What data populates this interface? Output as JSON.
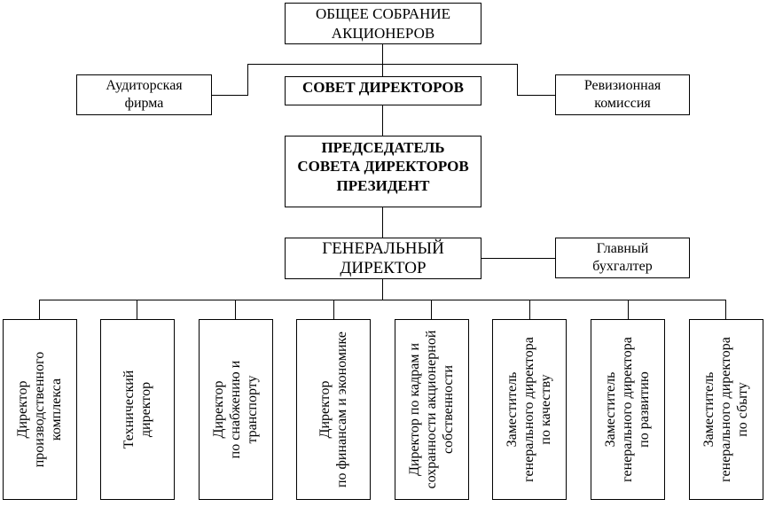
{
  "top": {
    "shareholders": [
      "ОБЩЕЕ СОБРАНИЕ",
      "АКЦИОНЕРОВ"
    ],
    "audit_firm": [
      "Аудиторская",
      "фирма"
    ],
    "board": "СОВЕТ ДИРЕКТОРОВ",
    "revision": [
      "Ревизионная",
      "комиссия"
    ],
    "chairman": [
      "ПРЕДСЕДАТЕЛЬ",
      "СОВЕТА ДИРЕКТОРОВ",
      "ПРЕЗИДЕНТ"
    ],
    "general_director": [
      "ГЕНЕРАЛЬНЫЙ",
      "ДИРЕКТОР"
    ],
    "chief_accountant": [
      "Главный",
      "бухгалтер"
    ]
  },
  "directors": [
    [
      "Директор",
      "производственного",
      "комплекса"
    ],
    [
      "Технический",
      "директор"
    ],
    [
      "Директор",
      "по снабжению и",
      "транспорту"
    ],
    [
      "Директор",
      "по финансам и экономике"
    ],
    [
      "Директор по кадрам и",
      "сохранности акционерной",
      "собственности"
    ],
    [
      "Заместитель",
      "генерального директора",
      "по качеству"
    ],
    [
      "Заместитель",
      "генерального директора",
      "по развитию"
    ],
    [
      "Заместитель",
      "генерального директора",
      "по сбыту"
    ]
  ]
}
